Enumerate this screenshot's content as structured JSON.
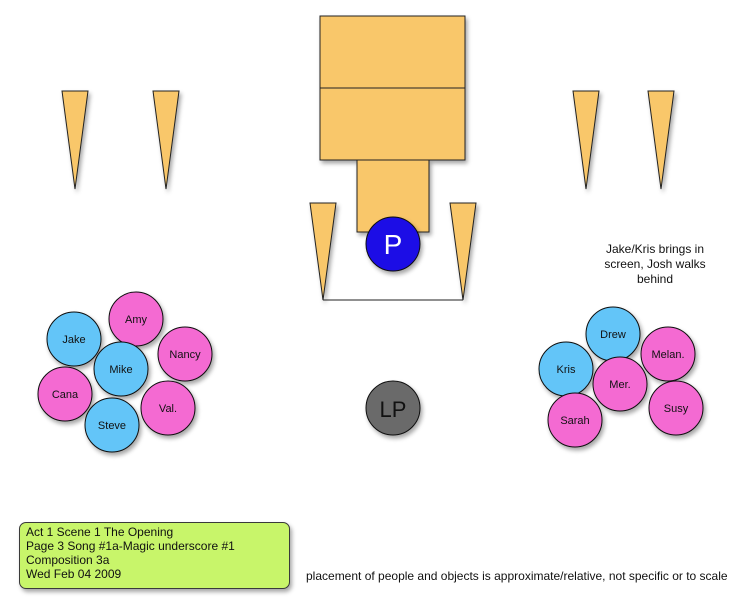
{
  "colors": {
    "set_piece": "#f9c76a",
    "female": "#f46ad2",
    "male": "#63c5f8",
    "piano": "#1d10e6",
    "lp": "#6b6b6b",
    "info_box": "#c8f56a"
  },
  "stage": {
    "piano_label": "P",
    "lp_label": "LP"
  },
  "left_group": [
    {
      "name": "Amy",
      "gender": "female"
    },
    {
      "name": "Jake",
      "gender": "male"
    },
    {
      "name": "Nancy",
      "gender": "female"
    },
    {
      "name": "Mike",
      "gender": "male"
    },
    {
      "name": "Cana",
      "gender": "female"
    },
    {
      "name": "Val.",
      "gender": "female"
    },
    {
      "name": "Steve",
      "gender": "male"
    }
  ],
  "right_group": [
    {
      "name": "Drew",
      "gender": "male"
    },
    {
      "name": "Kris",
      "gender": "male"
    },
    {
      "name": "Melan.",
      "gender": "female"
    },
    {
      "name": "Mer.",
      "gender": "female"
    },
    {
      "name": "Susy",
      "gender": "female"
    },
    {
      "name": "Sarah",
      "gender": "female"
    }
  ],
  "note": [
    "Jake/Kris brings in",
    "screen, Josh walks",
    "behind"
  ],
  "info": {
    "line1": "Act 1 Scene 1 The Opening",
    "line2": "Page 3 Song #1a-Magic underscore #1",
    "line3": "Composition 3a",
    "line4": "Wed Feb 04 2009"
  },
  "disclaimer": "placement of people and objects is approximate/relative, not specific or to scale"
}
